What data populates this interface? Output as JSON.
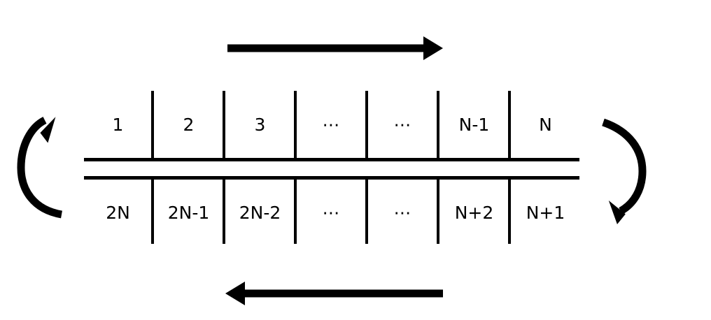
{
  "diagram": {
    "title": "Circular two-row cell numbering diagram",
    "stroke_color": "#000000",
    "background_color": "#ffffff",
    "top_row": {
      "name": "top-row",
      "direction_label": "left-to-right",
      "cells": [
        {
          "label": "1"
        },
        {
          "label": "2"
        },
        {
          "label": "3"
        },
        {
          "label": "⋯"
        },
        {
          "label": "⋯"
        },
        {
          "label": "N-1"
        },
        {
          "label": "N"
        }
      ]
    },
    "bottom_row": {
      "name": "bottom-row",
      "direction_label": "right-to-left",
      "cells": [
        {
          "label": "2N"
        },
        {
          "label": "2N-1"
        },
        {
          "label": "2N-2"
        },
        {
          "label": "⋯"
        },
        {
          "label": "⋯"
        },
        {
          "label": "N+2"
        },
        {
          "label": "N+1"
        }
      ]
    },
    "arrows": {
      "top_straight": {
        "name": "top-direction-arrow",
        "points": "right"
      },
      "bottom_straight": {
        "name": "bottom-direction-arrow",
        "points": "left"
      },
      "left_curved": {
        "name": "left-wrap-arrow",
        "points": "up-right"
      },
      "right_curved": {
        "name": "right-wrap-arrow",
        "points": "down-left"
      }
    }
  }
}
